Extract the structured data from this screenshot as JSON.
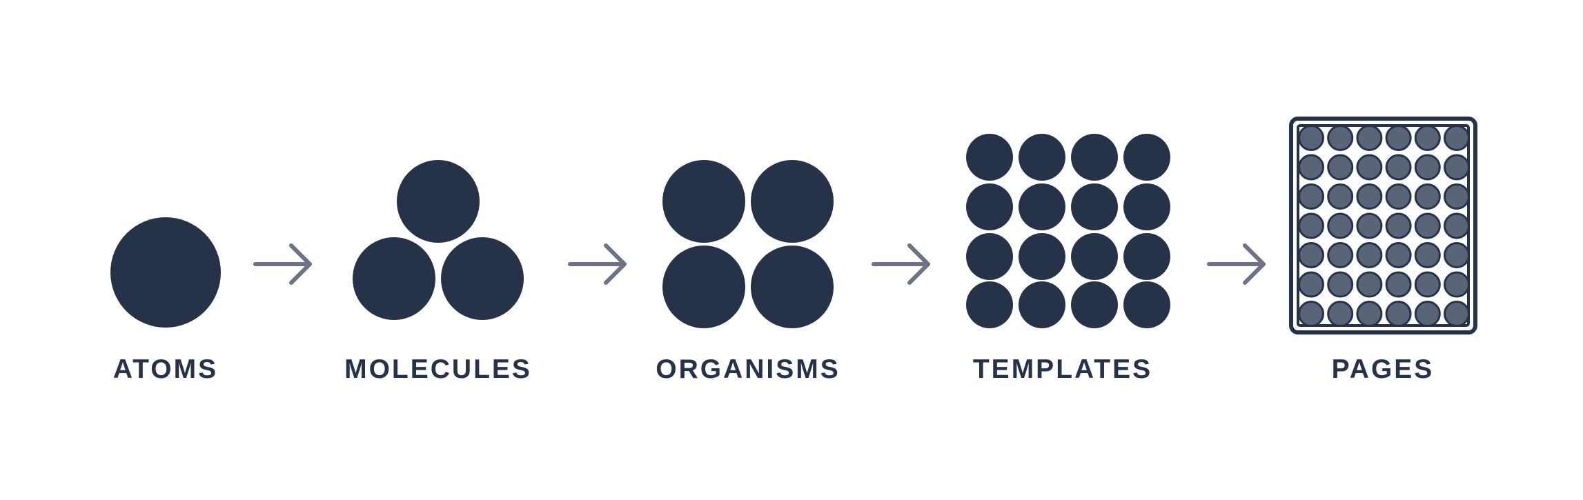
{
  "colors": {
    "primary": "#263248",
    "secondary": "#5A6478",
    "arrow": "#6B7385",
    "background": "#FFFFFF"
  },
  "stages": [
    {
      "name": "atoms",
      "label": "ATOMS"
    },
    {
      "name": "molecules",
      "label": "MOLECULES"
    },
    {
      "name": "organisms",
      "label": "ORGANISMS"
    },
    {
      "name": "templates",
      "label": "TEMPLATES"
    },
    {
      "name": "pages",
      "label": "PAGES"
    }
  ],
  "icons": {
    "arrow": "arrow-right-icon"
  }
}
